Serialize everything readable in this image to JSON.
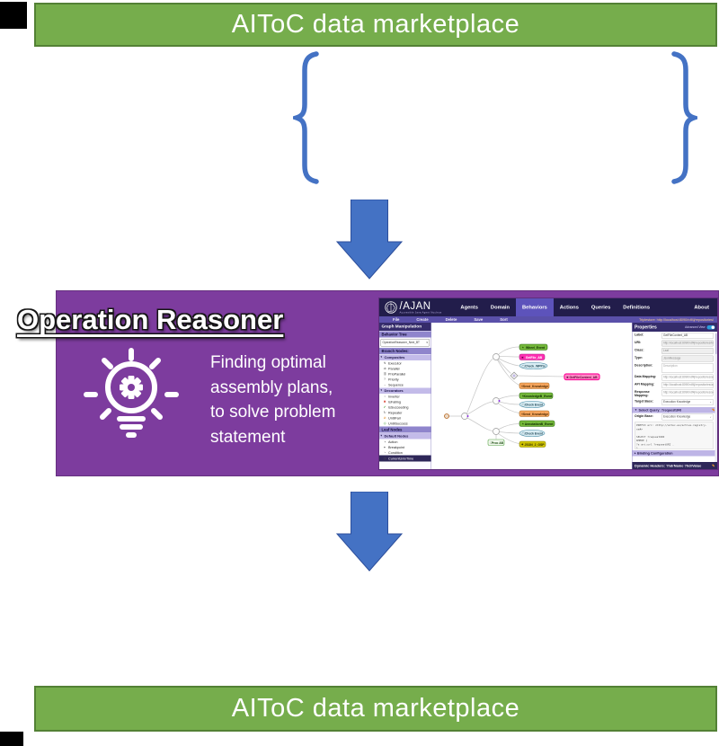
{
  "top_banner": {
    "label": "AIToC data marketplace"
  },
  "bottom_banner": {
    "label": "AIToC data marketplace"
  },
  "reasoner": {
    "title": "Operation Reasoner",
    "description_lines": [
      "Finding optimal",
      "assembly plans,",
      "to solve problem",
      "statement"
    ]
  },
  "ajan": {
    "logo_text": "/AJAN",
    "logo_tagline": "Accessible Java Agent Nucleus",
    "nav": {
      "items": [
        "Agents",
        "Domain",
        "Behaviors",
        "Actions",
        "Queries",
        "Definitions"
      ],
      "right_item": "About"
    },
    "toolbar": {
      "items": [
        "File",
        "Create",
        "Delete",
        "Save",
        "Sort"
      ],
      "triplestore": "Triplestore: http://localhost:8090/rdf4j/repositories/"
    },
    "left_panel": {
      "title": "Graph Manipulation",
      "behavior_tree_label": "Behavior Tree",
      "tree_select_value": "OperationReasoner_Next_BT",
      "branch_nodes_label": "Branch Nodes:",
      "composites_label": "Composites",
      "composites": [
        "Executor",
        "Parallel",
        "PrioParallel",
        "Priority",
        "Sequence"
      ],
      "decorators_label": "Decorators",
      "decorators": [
        "Inverter",
        "IsFailing",
        "IsSucceeding",
        "Repeater",
        "UntilFail",
        "UntilSuccess"
      ],
      "leaf_nodes_label": "Leaf Nodes",
      "default_nodes_label": "Default Nodes",
      "default_nodes": [
        "Action",
        "Breakpoint",
        "Condition",
        "CurrentUnixTime"
      ]
    },
    "graph": {
      "node_labels": [
        "Wheel_Event",
        "GetFile_AB",
        "Check_WPPre",
        "GetFileContent_AB",
        "Send_Knowledge",
        "KnowledgeB_Event",
        "Check Event",
        "Send_Knowledge",
        "AnnotationB_Event",
        "Check Event",
        "JSON_2_GSP",
        "Proc AB"
      ]
    },
    "properties": {
      "title": "Properties",
      "advanced_view_label": "Advanced View",
      "fields": [
        {
          "label": "Label:",
          "value": "GetFileContent_AB"
        },
        {
          "label": "URI:",
          "value": "http://localhost:8090/rdf4j/repositories/beh"
        },
        {
          "label": "Class:",
          "value": "Leaf"
        },
        {
          "label": "Type:",
          "value": "JsonMessage"
        },
        {
          "label": "Description:",
          "value": "Description"
        },
        {
          "label": "Data Mapping:",
          "value": "http://localhost:8090/rdf4j/repositories/act"
        },
        {
          "label": "API Mapping:",
          "value": "http://localhost:8090/rdf4j/repositories/act"
        },
        {
          "label": "Response Mapping:",
          "value": "http://localhost:8090/rdf4j/repositories/act"
        },
        {
          "label": "Target Base:",
          "value": "Execution Knowledge"
        }
      ],
      "select_query_label": "Select Query: ?requestURI",
      "origin_base_label": "Origin Base:",
      "origin_base_value": "Execution Knowledge",
      "sparql_lines": [
        "PREFIX ari: <http://aitoc.eu/active-registry-ns#>",
        "SELECT ?requestURI",
        "WHERE {",
        "   ?s ari:url ?requestURI .",
        "}"
      ],
      "binding_label": "Binding Configuration",
      "dynamic_headers_label": "Dynamic Headers: ?hdrName ?hdrValue"
    }
  }
}
